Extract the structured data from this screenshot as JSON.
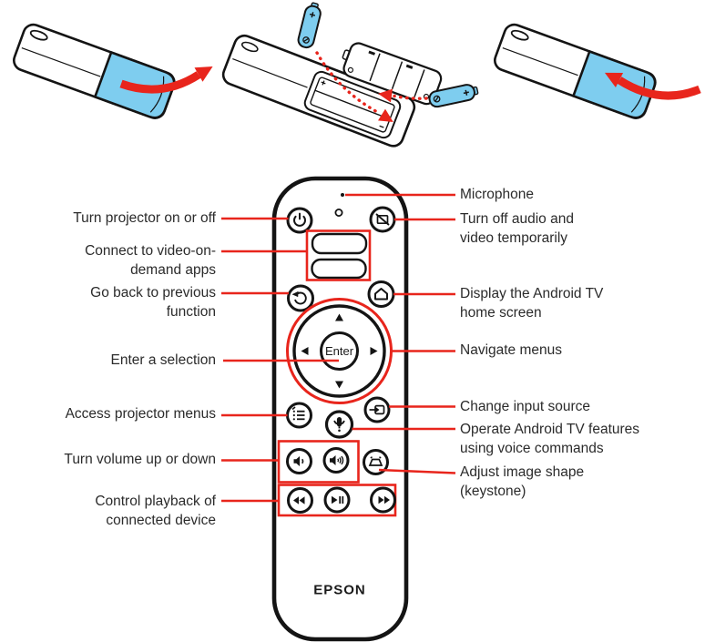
{
  "colors": {
    "red": "#e8251c",
    "battery_blue": "#7ecdef",
    "ink": "#141414",
    "label_text": "#2b2b2b"
  },
  "remote": {
    "brand_label": "EPSON",
    "enter_label": "Enter",
    "button_icons": [
      "power-icon",
      "av-mute-icon",
      "back-icon",
      "home-icon",
      "dpad-up-icon",
      "dpad-down-icon",
      "dpad-left-icon",
      "dpad-right-icon",
      "menu-icon",
      "input-source-icon",
      "voice-mic-icon",
      "volume-down-icon",
      "volume-up-icon",
      "keystone-icon",
      "rewind-icon",
      "play-pause-icon",
      "fast-forward-icon",
      "microphone-hole",
      "status-light"
    ]
  },
  "callouts": {
    "left": [
      {
        "text": "Turn projector on or off"
      },
      {
        "text": "Connect to video-on-\ndemand apps"
      },
      {
        "text": "Go back to previous\nfunction"
      },
      {
        "text": "Enter a selection"
      },
      {
        "text": "Access projector menus"
      },
      {
        "text": "Turn volume up or down"
      },
      {
        "text": "Control playback of\nconnected device"
      }
    ],
    "right": [
      {
        "text": "Microphone"
      },
      {
        "text": "Turn off audio and\nvideo temporarily"
      },
      {
        "text": "Display the Android TV\nhome screen"
      },
      {
        "text": "Navigate menus"
      },
      {
        "text": "Change input source"
      },
      {
        "text": "Operate Android TV features\nusing voice commands"
      },
      {
        "text": "Adjust image shape\n(keystone)"
      }
    ]
  },
  "illustrations": [
    {
      "icon": "remove-battery-cover-illustration"
    },
    {
      "icon": "install-batteries-illustration"
    },
    {
      "icon": "replace-battery-cover-illustration"
    }
  ]
}
